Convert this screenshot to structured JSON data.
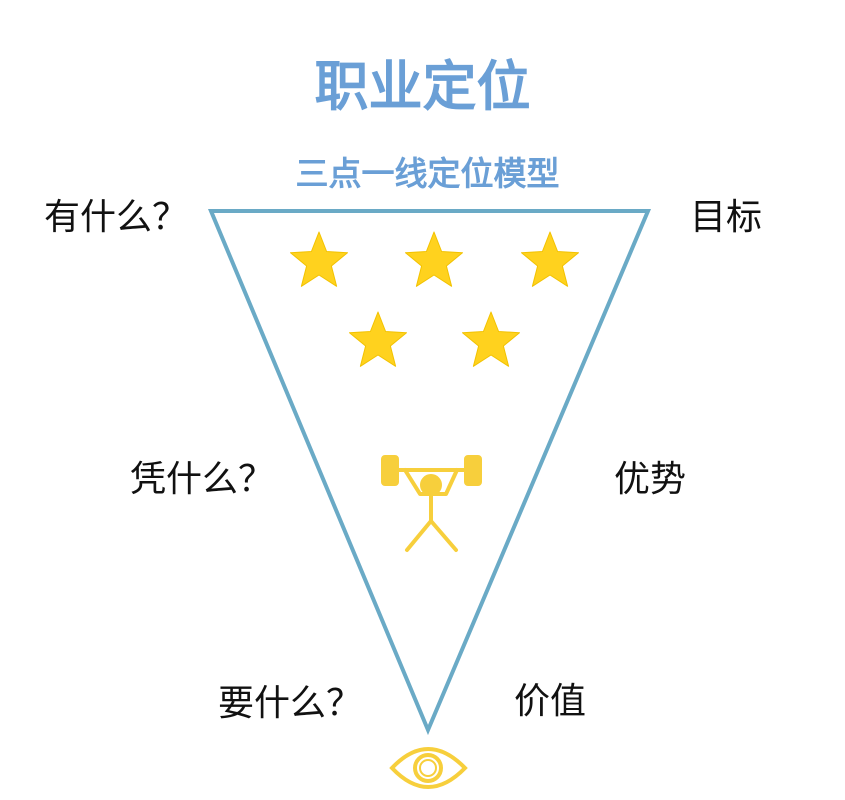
{
  "title": "职业定位",
  "subtitle": "三点一线定位模型",
  "left_labels": {
    "top": "有什么？",
    "middle": "凭什么？",
    "bottom": "要什么？"
  },
  "right_labels": {
    "top": "目标",
    "middle": "优势",
    "bottom": "价值"
  },
  "icons": {
    "stars": [
      "star-icon",
      "star-icon",
      "star-icon",
      "star-icon",
      "star-icon"
    ],
    "weightlifter": "weightlifter-icon",
    "eye": "eye-icon"
  },
  "colors": {
    "title": "#6a9fd6",
    "triangle": "#6aaac6",
    "star": "#ffd21e",
    "figure": "#f7cf3c",
    "text": "#111111"
  }
}
